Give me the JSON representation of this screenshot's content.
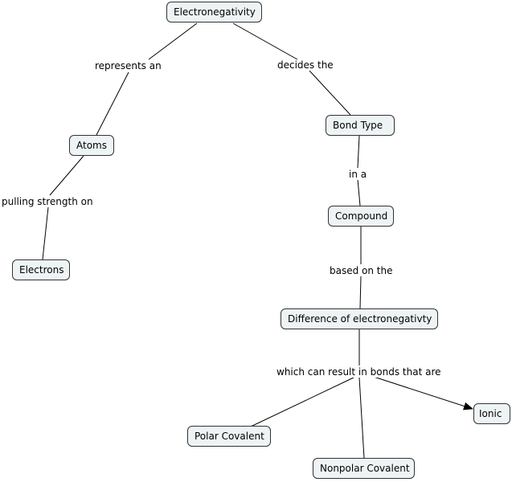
{
  "colors": {
    "node_fill": "#eef4f5",
    "node_border": "#333333",
    "line": "#000000",
    "background": "#ffffff"
  },
  "nodes": {
    "electronegativity": "Electronegativity",
    "atoms": "Atoms",
    "electrons": "Electrons",
    "bond_type": "Bond Type",
    "compound": "Compound",
    "difference": "Difference of electronegativty",
    "polar_covalent": "Polar Covalent",
    "nonpolar_covalent": "Nonpolar Covalent",
    "ionic": "Ionic"
  },
  "links": {
    "represents_an": "represents an",
    "decides_the": "decides the",
    "pulling_strength_on": "pulling strength on",
    "in_a": "in a",
    "based_on_the": "based on the",
    "which_can_result": "which can result in bonds that are"
  }
}
